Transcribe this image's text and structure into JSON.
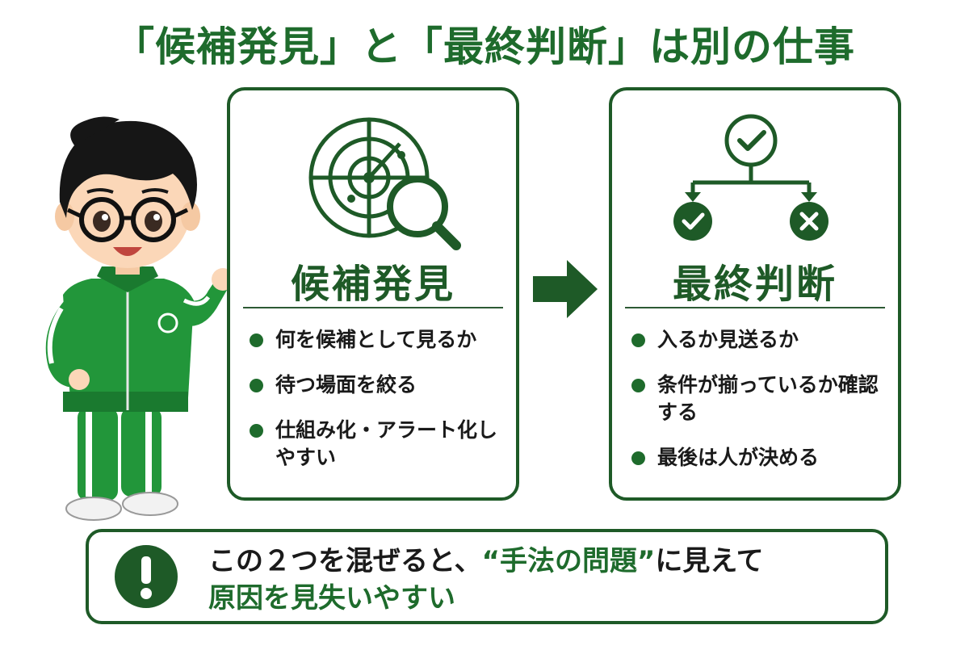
{
  "title": "「候補発見」と「最終判断」は別の仕事",
  "colors": {
    "brand_green": "#1e6b2c",
    "dark_green": "#1e5a27",
    "text": "#1a1a1a"
  },
  "left_card": {
    "icon": "radar-magnifier-icon",
    "heading": "候補発見",
    "bullets": [
      "何を候補として見るか",
      "待つ場面を絞る",
      "仕組み化・アラート化しやすい"
    ]
  },
  "right_card": {
    "icon": "decision-branch-icon",
    "heading": "最終判断",
    "bullets": [
      "入るか見送るか",
      "条件が揃っているか確認する",
      "最後は人が決める"
    ]
  },
  "flow_arrow_icon": "arrow-right-icon",
  "note": {
    "icon": "exclamation-icon",
    "line1_pre": "この２つを混ぜると、",
    "line1_highlight": "“手法の問題”",
    "line1_post": "に見えて",
    "line2": "原因を見失いやすい"
  }
}
